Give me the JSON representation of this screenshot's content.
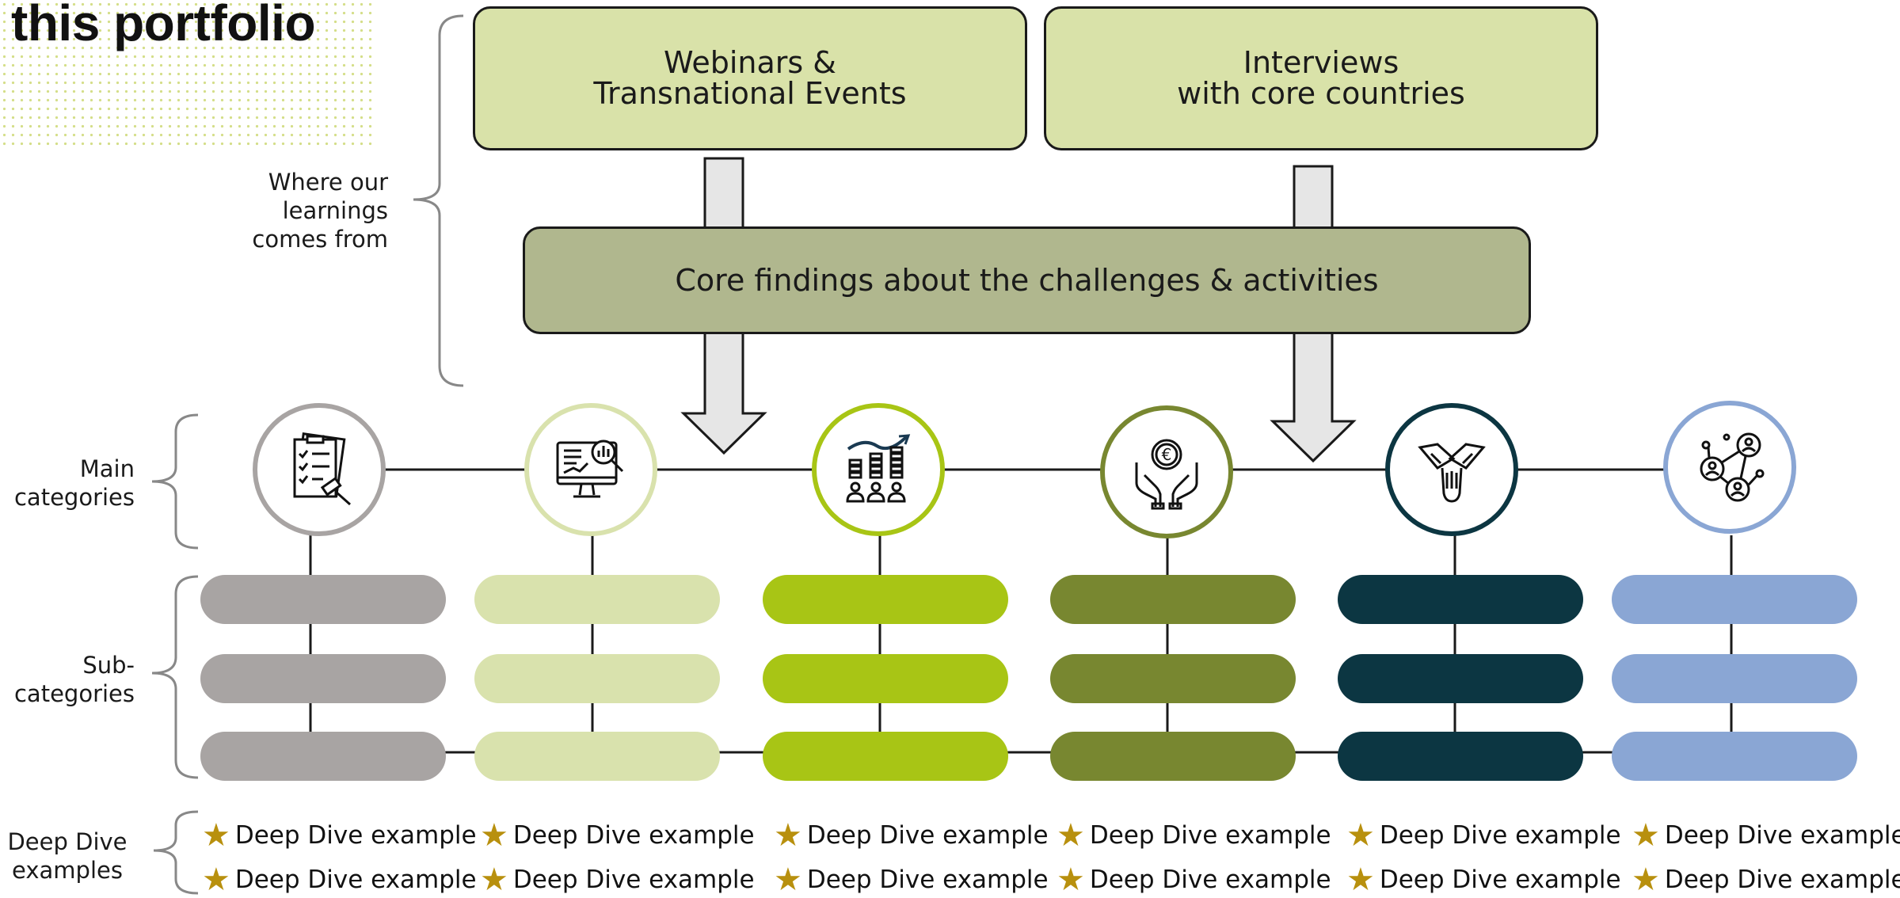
{
  "title": "this portfolio",
  "side_labels": {
    "learnings": "Where our\nlearnings\ncomes from",
    "main": "Main\ncategories",
    "sub": "Sub-\ncategories",
    "deep_dive": "Deep Dive\nexamples"
  },
  "sources": [
    {
      "label": "Webinars &\nTransnational Events"
    },
    {
      "label": "Interviews\nwith core countries"
    }
  ],
  "core_findings": "Core findings about the challenges & activities",
  "categories": [
    {
      "color": "#a8a4a3",
      "icon": "checklist-gavel-icon",
      "deep_dive": [
        "Deep Dive example",
        "Deep Dive example"
      ]
    },
    {
      "color": "#d9e2ad",
      "icon": "monitor-analytics-icon",
      "deep_dive": [
        "Deep Dive example",
        "Deep Dive example"
      ]
    },
    {
      "color": "#a8c515",
      "icon": "growth-chart-people-icon",
      "deep_dive": [
        "Deep Dive example",
        "Deep Dive example"
      ]
    },
    {
      "color": "#788730",
      "icon": "hands-euro-icon",
      "deep_dive": [
        "Deep Dive example",
        "Deep Dive example"
      ]
    },
    {
      "color": "#0c3642",
      "icon": "handshake-team-icon",
      "deep_dive": [
        "Deep Dive example",
        "Deep Dive example"
      ]
    },
    {
      "color": "#8aa6d4",
      "icon": "network-people-icon",
      "deep_dive": [
        "Deep Dive example",
        "Deep Dive example"
      ]
    }
  ]
}
